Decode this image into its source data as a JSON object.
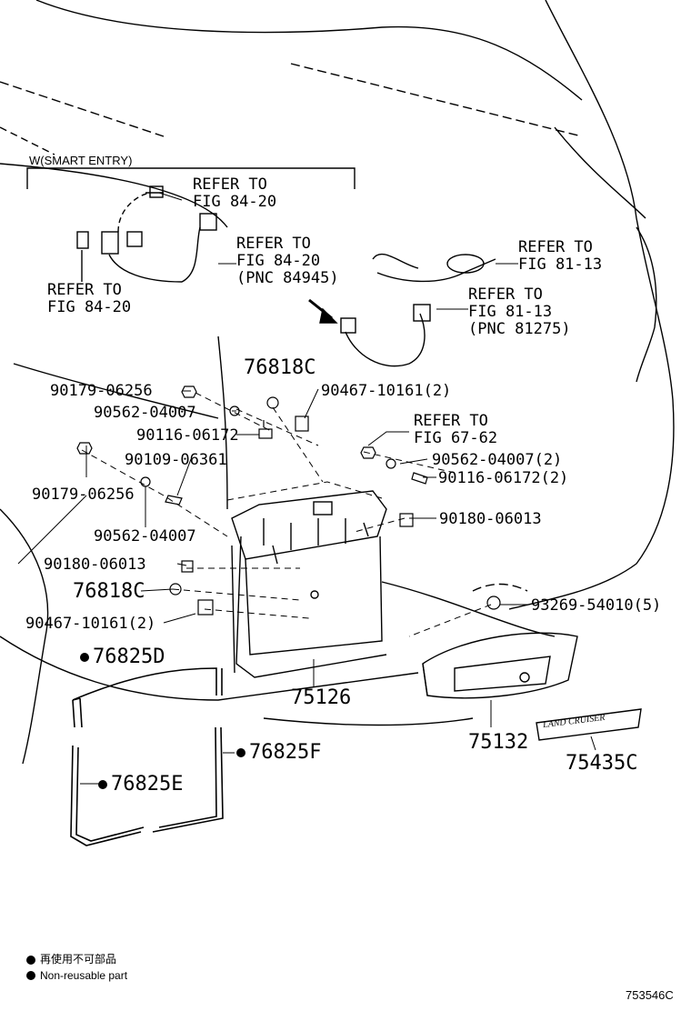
{
  "header_note": "W(SMART ENTRY)",
  "refs": {
    "fig84_top": [
      "REFER TO",
      "FIG 84-20"
    ],
    "fig84_mid": [
      "REFER TO",
      "FIG 84-20",
      "(PNC 84945)"
    ],
    "fig84_left": [
      "REFER TO",
      "FIG 84-20"
    ],
    "fig81_top": [
      "REFER TO",
      "FIG 81-13"
    ],
    "fig81_mid": [
      "REFER TO",
      "FIG 81-13",
      "(PNC 81275)"
    ],
    "fig67": [
      "REFER TO",
      "FIG 67-62"
    ]
  },
  "parts": {
    "p76818c_top": "76818C",
    "p90179_a": "90179-06256",
    "p90562_a": "90562-04007",
    "p90116_a": "90116-06172",
    "p90467_a": "90467-10161(2)",
    "p90109": "90109-06361",
    "p90179_b": "90179-06256",
    "p90562_b": "90562-04007",
    "p90562_c": "90562-04007(2)",
    "p90116_b": "90116-06172(2)",
    "p90180_a": "90180-06013",
    "p90180_b": "90180-06013",
    "p76818c_b": "76818C",
    "p90467_b": "90467-10161(2)",
    "p93269": "93269-54010(5)",
    "p76825d": "76825D",
    "p76825f": "76825F",
    "p76825e": "76825E",
    "p75126": "75126",
    "p75132": "75132",
    "p75435c": "75435C"
  },
  "emblem_text": "LAND CRUISER",
  "legend": {
    "line1": "再使用不可部品",
    "line2": "Non-reusable part"
  },
  "figure_id": "753546C"
}
